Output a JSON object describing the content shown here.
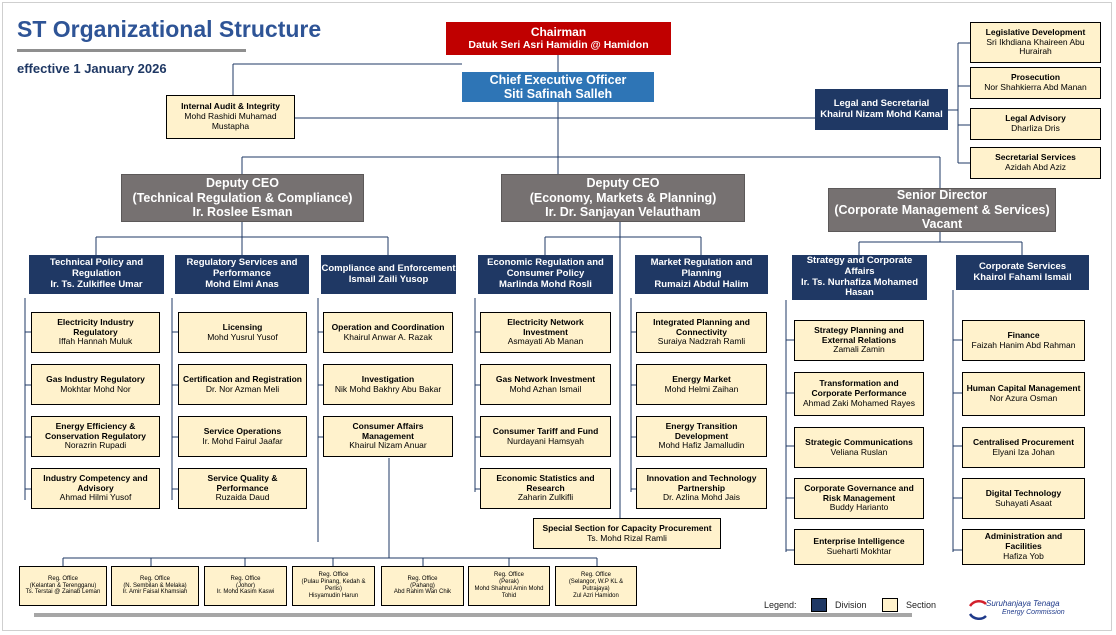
{
  "header": {
    "title": "ST Organizational Structure",
    "effective": "effective 1 January 2026"
  },
  "top": {
    "chairman": {
      "title": "Chairman",
      "person": "Datuk Seri Asri Hamidin @ Hamidon"
    },
    "ceo": {
      "title": "Chief Executive Officer",
      "person": "Siti Safinah Salleh"
    },
    "audit": {
      "title": "Internal Audit & Integrity",
      "person": "Mohd Rashidi Muhamad Mustapha"
    },
    "legal": {
      "title": "Legal and Secretarial",
      "person": "Khairul Nizam Mohd Kamal"
    },
    "legal_sections": [
      {
        "title": "Legislative Development",
        "person": "Sri Ikhdiana Khaireen Abu Hurairah"
      },
      {
        "title": "Prosecution",
        "person": "Nor Shahkierra Abd Manan"
      },
      {
        "title": "Legal Advisory",
        "person": "Dharliza Dris"
      },
      {
        "title": "Secretarial Services",
        "person": "Azidah Abd Aziz"
      }
    ]
  },
  "deputies": [
    {
      "title": "Deputy CEO",
      "subtitle": "(Technical Regulation & Compliance)",
      "person": "Ir. Roslee Esman"
    },
    {
      "title": "Deputy CEO",
      "subtitle": "(Economy, Markets & Planning)",
      "person": "Ir. Dr. Sanjayan Velautham"
    },
    {
      "title": "Senior Director",
      "subtitle": "(Corporate Management & Services)",
      "person": "Vacant"
    }
  ],
  "divisions": [
    {
      "title": "Technical Policy and Regulation",
      "person": "Ir. Ts. Zulkiflee Umar",
      "sections": [
        {
          "title": "Electricity Industry Regulatory",
          "person": "Iffah Hannah Muluk"
        },
        {
          "title": "Gas Industry Regulatory",
          "person": "Mokhtar Mohd Nor"
        },
        {
          "title": "Energy Efficiency & Conservation Regulatory",
          "person": "Norazrin Rupadi"
        },
        {
          "title": "Industry Competency and Advisory",
          "person": "Ahmad Hilmi Yusof"
        }
      ]
    },
    {
      "title": "Regulatory Services and Performance",
      "person": "Mohd Elmi Anas",
      "sections": [
        {
          "title": "Licensing",
          "person": "Mohd Yusrul Yusof"
        },
        {
          "title": "Certification and Registration",
          "person": "Dr. Nor Azman Meli"
        },
        {
          "title": "Service Operations",
          "person": "Ir. Mohd Fairul Jaafar"
        },
        {
          "title": "Service Quality & Performance",
          "person": "Ruzaida Daud"
        }
      ]
    },
    {
      "title": "Compliance and Enforcement",
      "person": "Ismail Zaili Yusop",
      "sections": [
        {
          "title": "Operation and Coordination",
          "person": "Khairul Anwar A. Razak"
        },
        {
          "title": "Investigation",
          "person": "Nik Mohd Bakhry Abu Bakar"
        },
        {
          "title": "Consumer Affairs Management",
          "person": "Khairul Nizam Anuar"
        }
      ]
    },
    {
      "title": "Economic Regulation and Consumer Policy",
      "person": "Marlinda Mohd Rosli",
      "sections": [
        {
          "title": "Electricity Network Investment",
          "person": "Asmayati Ab Manan"
        },
        {
          "title": "Gas Network Investment",
          "person": "Mohd Azhan Ismail"
        },
        {
          "title": "Consumer Tariff and Fund",
          "person": "Nurdayani Hamsyah"
        },
        {
          "title": "Economic Statistics and Research",
          "person": "Zaharin Zulkifli"
        }
      ]
    },
    {
      "title": "Market Regulation and Planning",
      "person": "Rumaizi Abdul Halim",
      "sections": [
        {
          "title": "Integrated Planning and Connectivity",
          "person": "Suraiya Nadzrah Ramli"
        },
        {
          "title": "Energy Market",
          "person": "Mohd Helmi Zaihan"
        },
        {
          "title": "Energy Transition Development",
          "person": "Mohd Hafiz Jamalludin"
        },
        {
          "title": "Innovation and Technology Partnership",
          "person": "Dr. Azlina Mohd Jais"
        }
      ]
    },
    {
      "title": "Strategy and Corporate Affairs",
      "person": "Ir. Ts. Nurhafiza Mohamed Hasan",
      "sections": [
        {
          "title": "Strategy Planning and External Relations",
          "person": "Zamali Zamin"
        },
        {
          "title": "Transformation and Corporate Performance",
          "person": "Ahmad Zaki Mohamed Rayes"
        },
        {
          "title": "Strategic Communications",
          "person": "Veliana Ruslan"
        },
        {
          "title": "Corporate Governance and Risk Management",
          "person": "Buddy Harianto"
        },
        {
          "title": "Enterprise Intelligence",
          "person": "Sueharti Mokhtar"
        }
      ]
    },
    {
      "title": "Corporate Services",
      "person": "Khairol Fahami Ismail",
      "sections": [
        {
          "title": "Finance",
          "person": "Faizah Hanim Abd Rahman"
        },
        {
          "title": "Human Capital Management",
          "person": "Nor Azura Osman"
        },
        {
          "title": "Centralised Procurement",
          "person": "Elyani Iza Johan"
        },
        {
          "title": "Digital Technology",
          "person": "Suhayati Asaat"
        },
        {
          "title": "Administration and Facilities",
          "person": "Hafiza Yob"
        }
      ]
    }
  ],
  "special_section": {
    "title": "Special Section for Capacity Procurement",
    "person": "Ts. Mohd Rizal Ramli"
  },
  "regional_offices": [
    {
      "title": "Reg. Office",
      "area": "(Kelantan & Terengganu)",
      "person": "Ts. Terstai @ Zainab Leman"
    },
    {
      "title": "Reg. Office",
      "area": "(N. Sembilan & Melaka)",
      "person": "Ir. Amir Faisal Khamsiah"
    },
    {
      "title": "Reg. Office",
      "area": "(Johor)",
      "person": "Ir. Mohd Kasim Kaswi"
    },
    {
      "title": "Reg. Office",
      "area": "(Pulau Pinang, Kedah & Perlis)",
      "person": "Hisyamudin Harun"
    },
    {
      "title": "Reg. Office",
      "area": "(Pahang)",
      "person": "Abd Rahim Wan Chik"
    },
    {
      "title": "Reg. Office",
      "area": "(Perak)",
      "person": "Mohd Shahrul Amin Mohd Tohid"
    },
    {
      "title": "Reg. Office",
      "area": "(Selangor, W.P KL & Putrajaya)",
      "person": "Zul Azri Hamidon"
    }
  ],
  "legend": {
    "label": "Legend:",
    "division": "Division",
    "section": "Section",
    "division_color": "#1f3864",
    "section_color": "#fff2cc"
  },
  "logo": {
    "name": "Suruhanjaya Tenaga",
    "subname": "Energy Commission"
  },
  "colors": {
    "title": "#2e5496",
    "chairman": "#c00000",
    "ceo": "#2e75b6",
    "deputy": "#767171",
    "division": "#1f3864",
    "section": "#fff2cc"
  }
}
